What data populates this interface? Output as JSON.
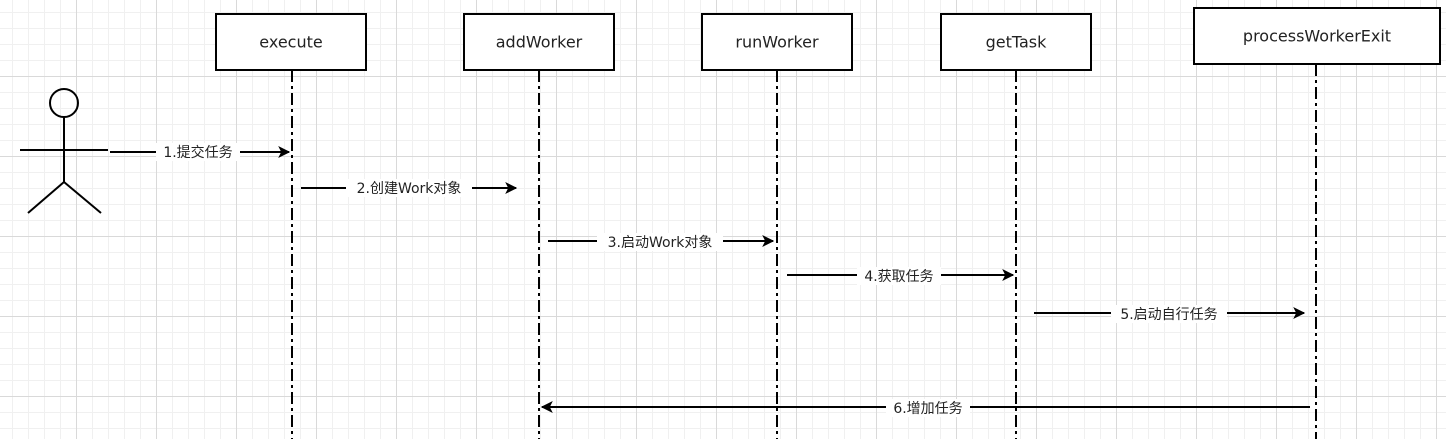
{
  "participants": [
    {
      "id": "execute",
      "label": "execute"
    },
    {
      "id": "addWorker",
      "label": "addWorker"
    },
    {
      "id": "runWorker",
      "label": "runWorker"
    },
    {
      "id": "getTask",
      "label": "getTask"
    },
    {
      "id": "processWorkerExit",
      "label": "processWorkerExit"
    }
  ],
  "actor": {
    "icon": "stick-figure-actor-icon"
  },
  "messages": [
    {
      "label": "1.提交任务",
      "from": "actor",
      "to": "execute"
    },
    {
      "label": "2.创建Work对象",
      "from": "execute",
      "to": "addWorker"
    },
    {
      "label": "3.启动Work对象",
      "from": "addWorker",
      "to": "runWorker"
    },
    {
      "label": "4.获取任务",
      "from": "runWorker",
      "to": "getTask"
    },
    {
      "label": "5.启动自行任务",
      "from": "getTask",
      "to": "processWorkerExit"
    },
    {
      "label": "6.增加任务",
      "from": "processWorkerExit",
      "to": "addWorker"
    }
  ]
}
